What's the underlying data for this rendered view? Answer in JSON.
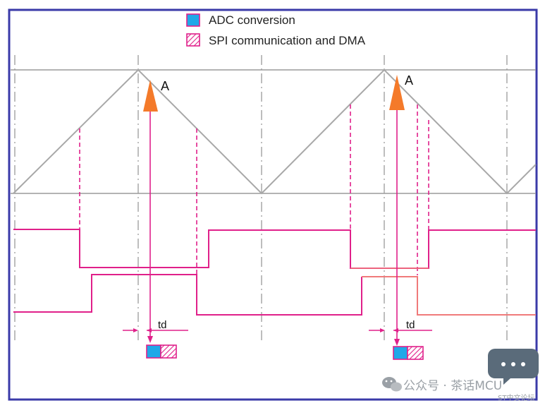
{
  "legend": {
    "adc_label": "ADC conversion",
    "spi_label": "SPI communication and DMA"
  },
  "labels": {
    "peak_left": "A",
    "peak_right": "A",
    "delay_left": "td",
    "delay_right": "td"
  },
  "watermark": {
    "channel": "公众号 · 茶话MCU",
    "forum": "ST中文论坛"
  },
  "colors": {
    "frame": "#3a3aa8",
    "triangle_wave": "#a8a8a8",
    "reference_line": "#9a9a9a",
    "magenta_signal": "#e0208a",
    "salmon_signal": "#f07a7a",
    "adc_fill": "#1fa8e8",
    "arrow_head": "#f47a2a",
    "watermark": "#9aa0a6"
  },
  "icons": {
    "chat": "chat-bubble-icon",
    "wechat": "wechat-icon"
  }
}
